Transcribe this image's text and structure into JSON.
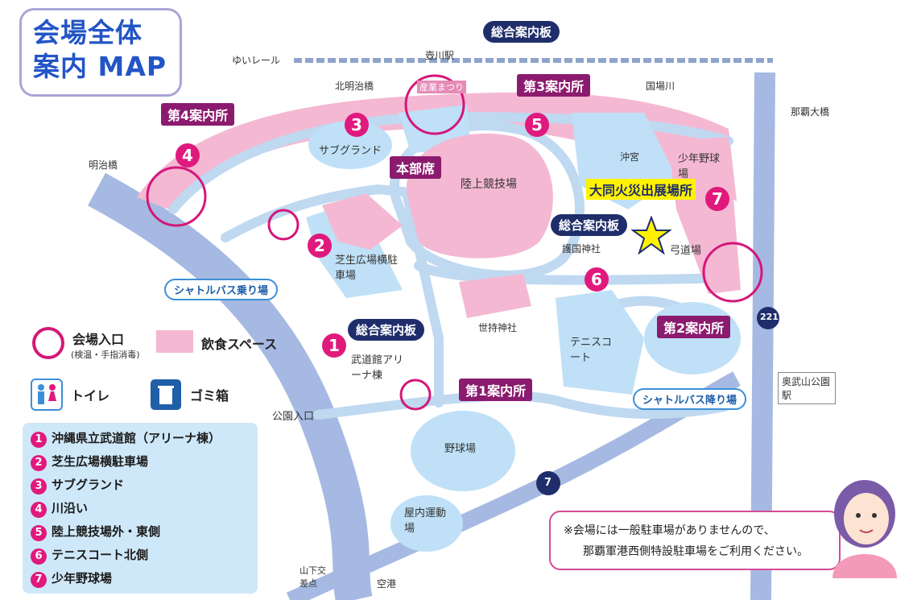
{
  "title": {
    "line1": "会場全体",
    "line2": "案内 MAP"
  },
  "places": {
    "yui_rail": "ゆいレール",
    "tsubogawa_station": "壺川駅",
    "kitameiji_bridge": "北明治橋",
    "kokuba_river": "国場川",
    "naha_bridge": "那覇大橋",
    "meiji_bridge": "明治橋",
    "sub_ground": "サブグランド",
    "stadium": "陸上競技場",
    "shrine": "沖宮",
    "boys_baseball": "少年野球場",
    "gokoku_shrine": "護国神社",
    "archery": "弓道場",
    "shibou_parking": "芝生広場横駐車場",
    "seji_shrine": "世持神社",
    "tennis": "テニスコート",
    "budokan": "武道館アリーナ棟",
    "park_entrance": "公園入口",
    "baseball": "野球場",
    "indoor_gym": "屋内運動場",
    "okuyama_station": "奥武山公園駅",
    "yamashita": "山下交差点",
    "airport": "空港",
    "sangyo_matsuri": "産業まつり",
    "route_221": "221",
    "route_7": "7"
  },
  "signs": {
    "general_board_top": "総合案内板",
    "general_board_mid": "総合案内板",
    "general_board_left": "総合案内板",
    "info3": "第3案内所",
    "info4": "第4案内所",
    "info2": "第2案内所",
    "info1": "第1案内所",
    "hq": "本部席",
    "fire_booth": "大同火災出展場所",
    "shuttle_board": "シャトルバス乗り場",
    "shuttle_alight": "シャトルバス降り場"
  },
  "area_numbers": [
    "1",
    "2",
    "3",
    "4",
    "5",
    "6",
    "7"
  ],
  "legend": {
    "entrance": "会場入口",
    "entrance_note": "(検温・手指消毒)",
    "food": "飲食スペース",
    "toilet": "トイレ",
    "trash": "ゴミ箱"
  },
  "venues": [
    {
      "num": "1",
      "label": "沖縄県立武道館（アリーナ棟）"
    },
    {
      "num": "2",
      "label": "芝生広場横駐車場"
    },
    {
      "num": "3",
      "label": "サブグランド"
    },
    {
      "num": "4",
      "label": "川沿い"
    },
    {
      "num": "5",
      "label": "陸上競技場外・東側"
    },
    {
      "num": "6",
      "label": "テニスコート北側"
    },
    {
      "num": "7",
      "label": "少年野球場"
    }
  ],
  "note": {
    "line1": "※会場には一般駐車場がありませんので、",
    "line2": "那覇軍港西側特設駐車場をご利用ください。"
  },
  "colors": {
    "road": "#a6b9e2",
    "path": "#cfe3f5",
    "area": "#bfe0f7",
    "food": "#f4b8d2",
    "entrance_ring": "#d4177a",
    "info": "#8b1b6e",
    "navy": "#1f2e6b",
    "title_blue": "#2255c6"
  }
}
